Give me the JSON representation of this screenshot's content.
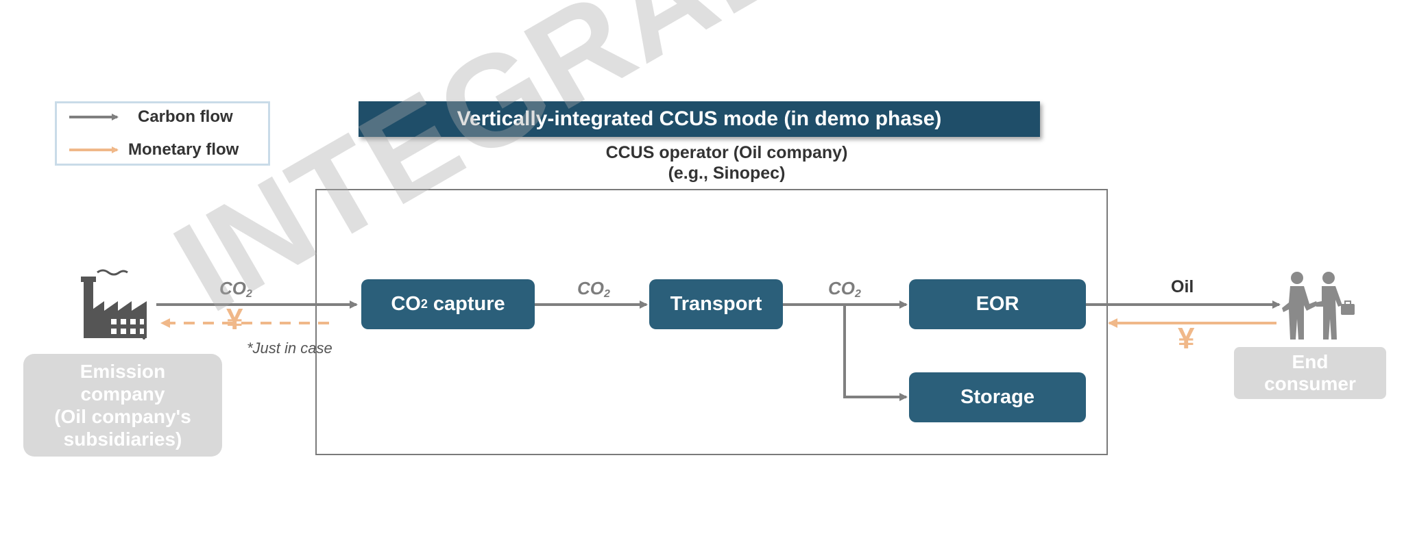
{
  "legend": {
    "carbon_flow_label": "Carbon flow",
    "monetary_flow_label": "Monetary flow"
  },
  "title": "Vertically-integrated CCUS mode (in demo phase)",
  "operator": {
    "line1": "CCUS operator (Oil company)",
    "line2": "(e.g., Sinopec)"
  },
  "nodes": {
    "capture": {
      "main": "CO",
      "sub": "2",
      "rest": " capture"
    },
    "transport": "Transport",
    "eor": "EOR",
    "storage": "Storage",
    "emission_company": [
      "Emission",
      "company",
      "(Oil company's",
      "subsidiaries)"
    ],
    "end_consumer": [
      "End",
      "consumer"
    ]
  },
  "flow_labels": {
    "co2_main": "CO",
    "co2_sub": "2",
    "oil": "Oil",
    "yen": "¥",
    "just_in_case": "*Just in case"
  },
  "watermark": "INTEGRAL Co., Ltd",
  "colors": {
    "carbon_flow": "#7f7f7f",
    "monetary_flow": "#f0b889",
    "process_box": "#2b5f7a",
    "title_banner": "#1f4e69",
    "grey_box": "#d9d9d9"
  },
  "icons": [
    "factory-icon",
    "handshake-people-icon"
  ]
}
